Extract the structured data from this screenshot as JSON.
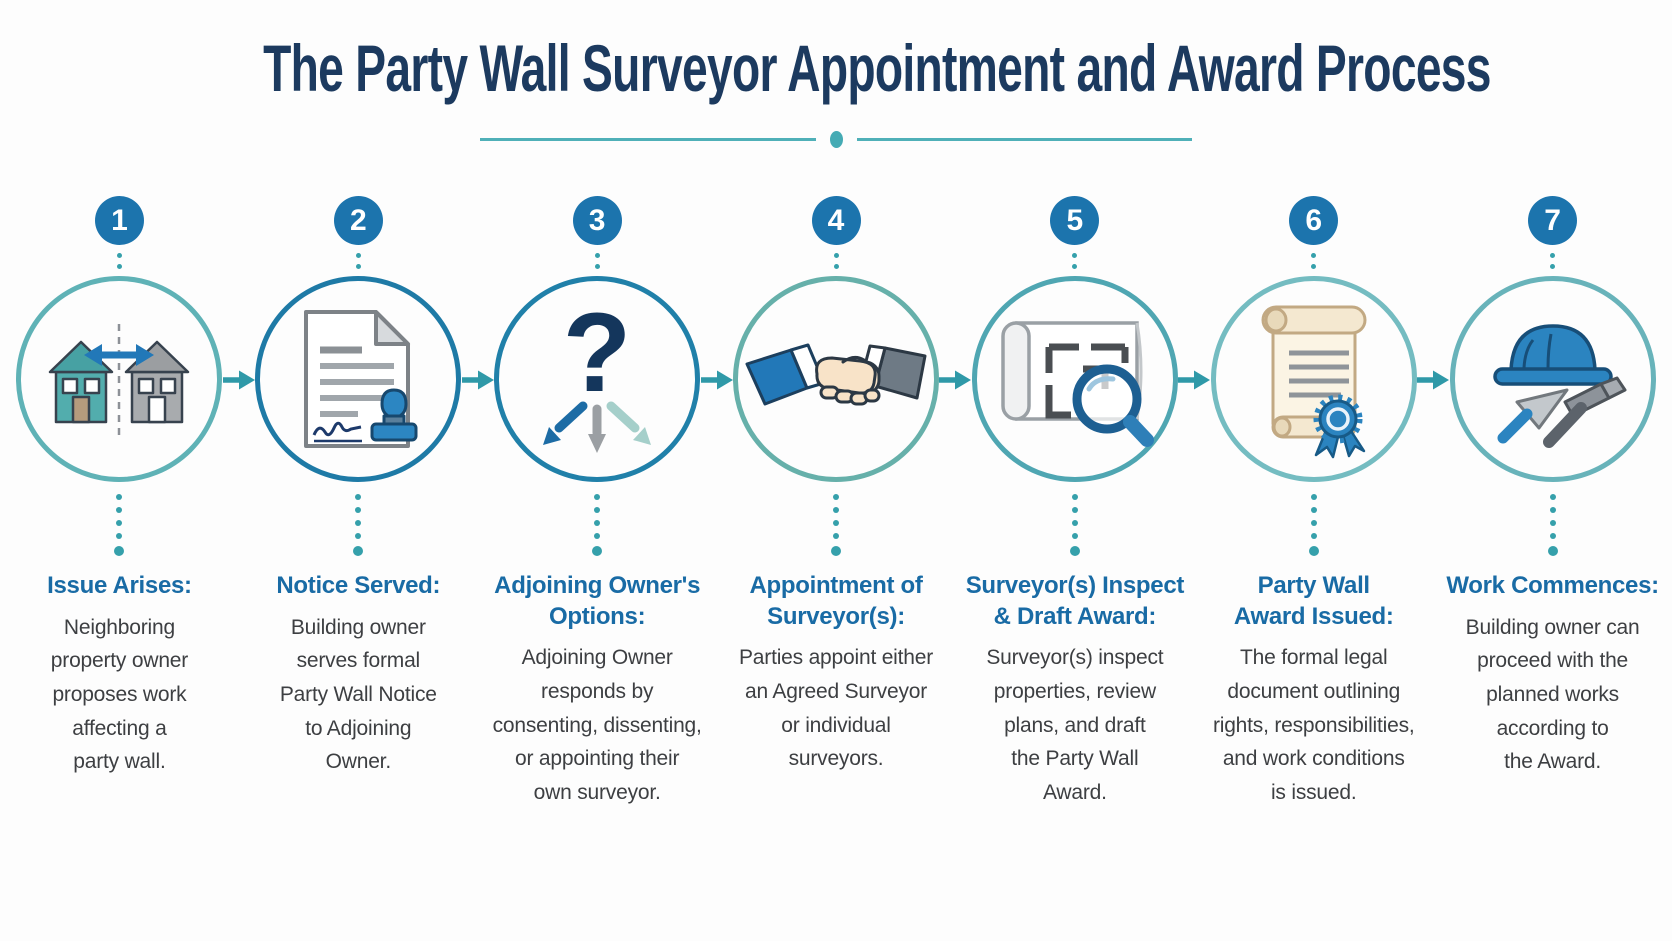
{
  "title": "The Party Wall Surveyor Appointment and Award Process",
  "colors": {
    "background": "#fdfdfd",
    "title": "#1c3a5f",
    "heading": "#196ba5",
    "body_text": "#3d3f42",
    "badge": "#1c74ad",
    "arrow": "#2f99a8",
    "dot": "#35a0ab",
    "divider": "#4fb0b8",
    "divider_dot": "#45abb4"
  },
  "steps": [
    {
      "number": "1",
      "icon": "houses-party-wall-icon",
      "ring_color": "#5fb2b6",
      "heading": "Issue Arises:",
      "body": "Neighboring\nproperty owner\nproposes work\naffecting a\nparty wall."
    },
    {
      "number": "2",
      "icon": "notice-document-icon",
      "ring_color": "#1e7aa6",
      "heading": "Notice Served:",
      "body": "Building owner\nserves formal\nParty Wall Notice\nto Adjoining\nOwner."
    },
    {
      "number": "3",
      "icon": "question-options-icon",
      "ring_color": "#2080a9",
      "heading": "Adjoining Owner's\nOptions:",
      "body": "Adjoining Owner\nresponds by\nconsenting, dissenting,\nor appointing their\nown surveyor."
    },
    {
      "number": "4",
      "icon": "handshake-icon",
      "ring_color": "#66b0aa",
      "heading": "Appointment of\nSurveyor(s):",
      "body": "Parties appoint either\nan Agreed Surveyor\nor individual\nsurveyors."
    },
    {
      "number": "5",
      "icon": "blueprint-magnifier-icon",
      "ring_color": "#4fa6b2",
      "heading": "Surveyor(s) Inspect\n& Draft Award:",
      "body": "Surveyor(s) inspect\nproperties, review\nplans, and draft\nthe Party Wall\nAward."
    },
    {
      "number": "6",
      "icon": "award-scroll-icon",
      "ring_color": "#74bcc1",
      "heading": "Party Wall\nAward Issued:",
      "body": "The formal legal\ndocument outlining\nrights, responsibilities,\nand work conditions\nis issued."
    },
    {
      "number": "7",
      "icon": "construction-tools-icon",
      "ring_color": "#68b3ba",
      "heading": "Work Commences:",
      "body": "Building owner can\nproceed with the\nplanned works\naccording to\nthe Award."
    }
  ]
}
